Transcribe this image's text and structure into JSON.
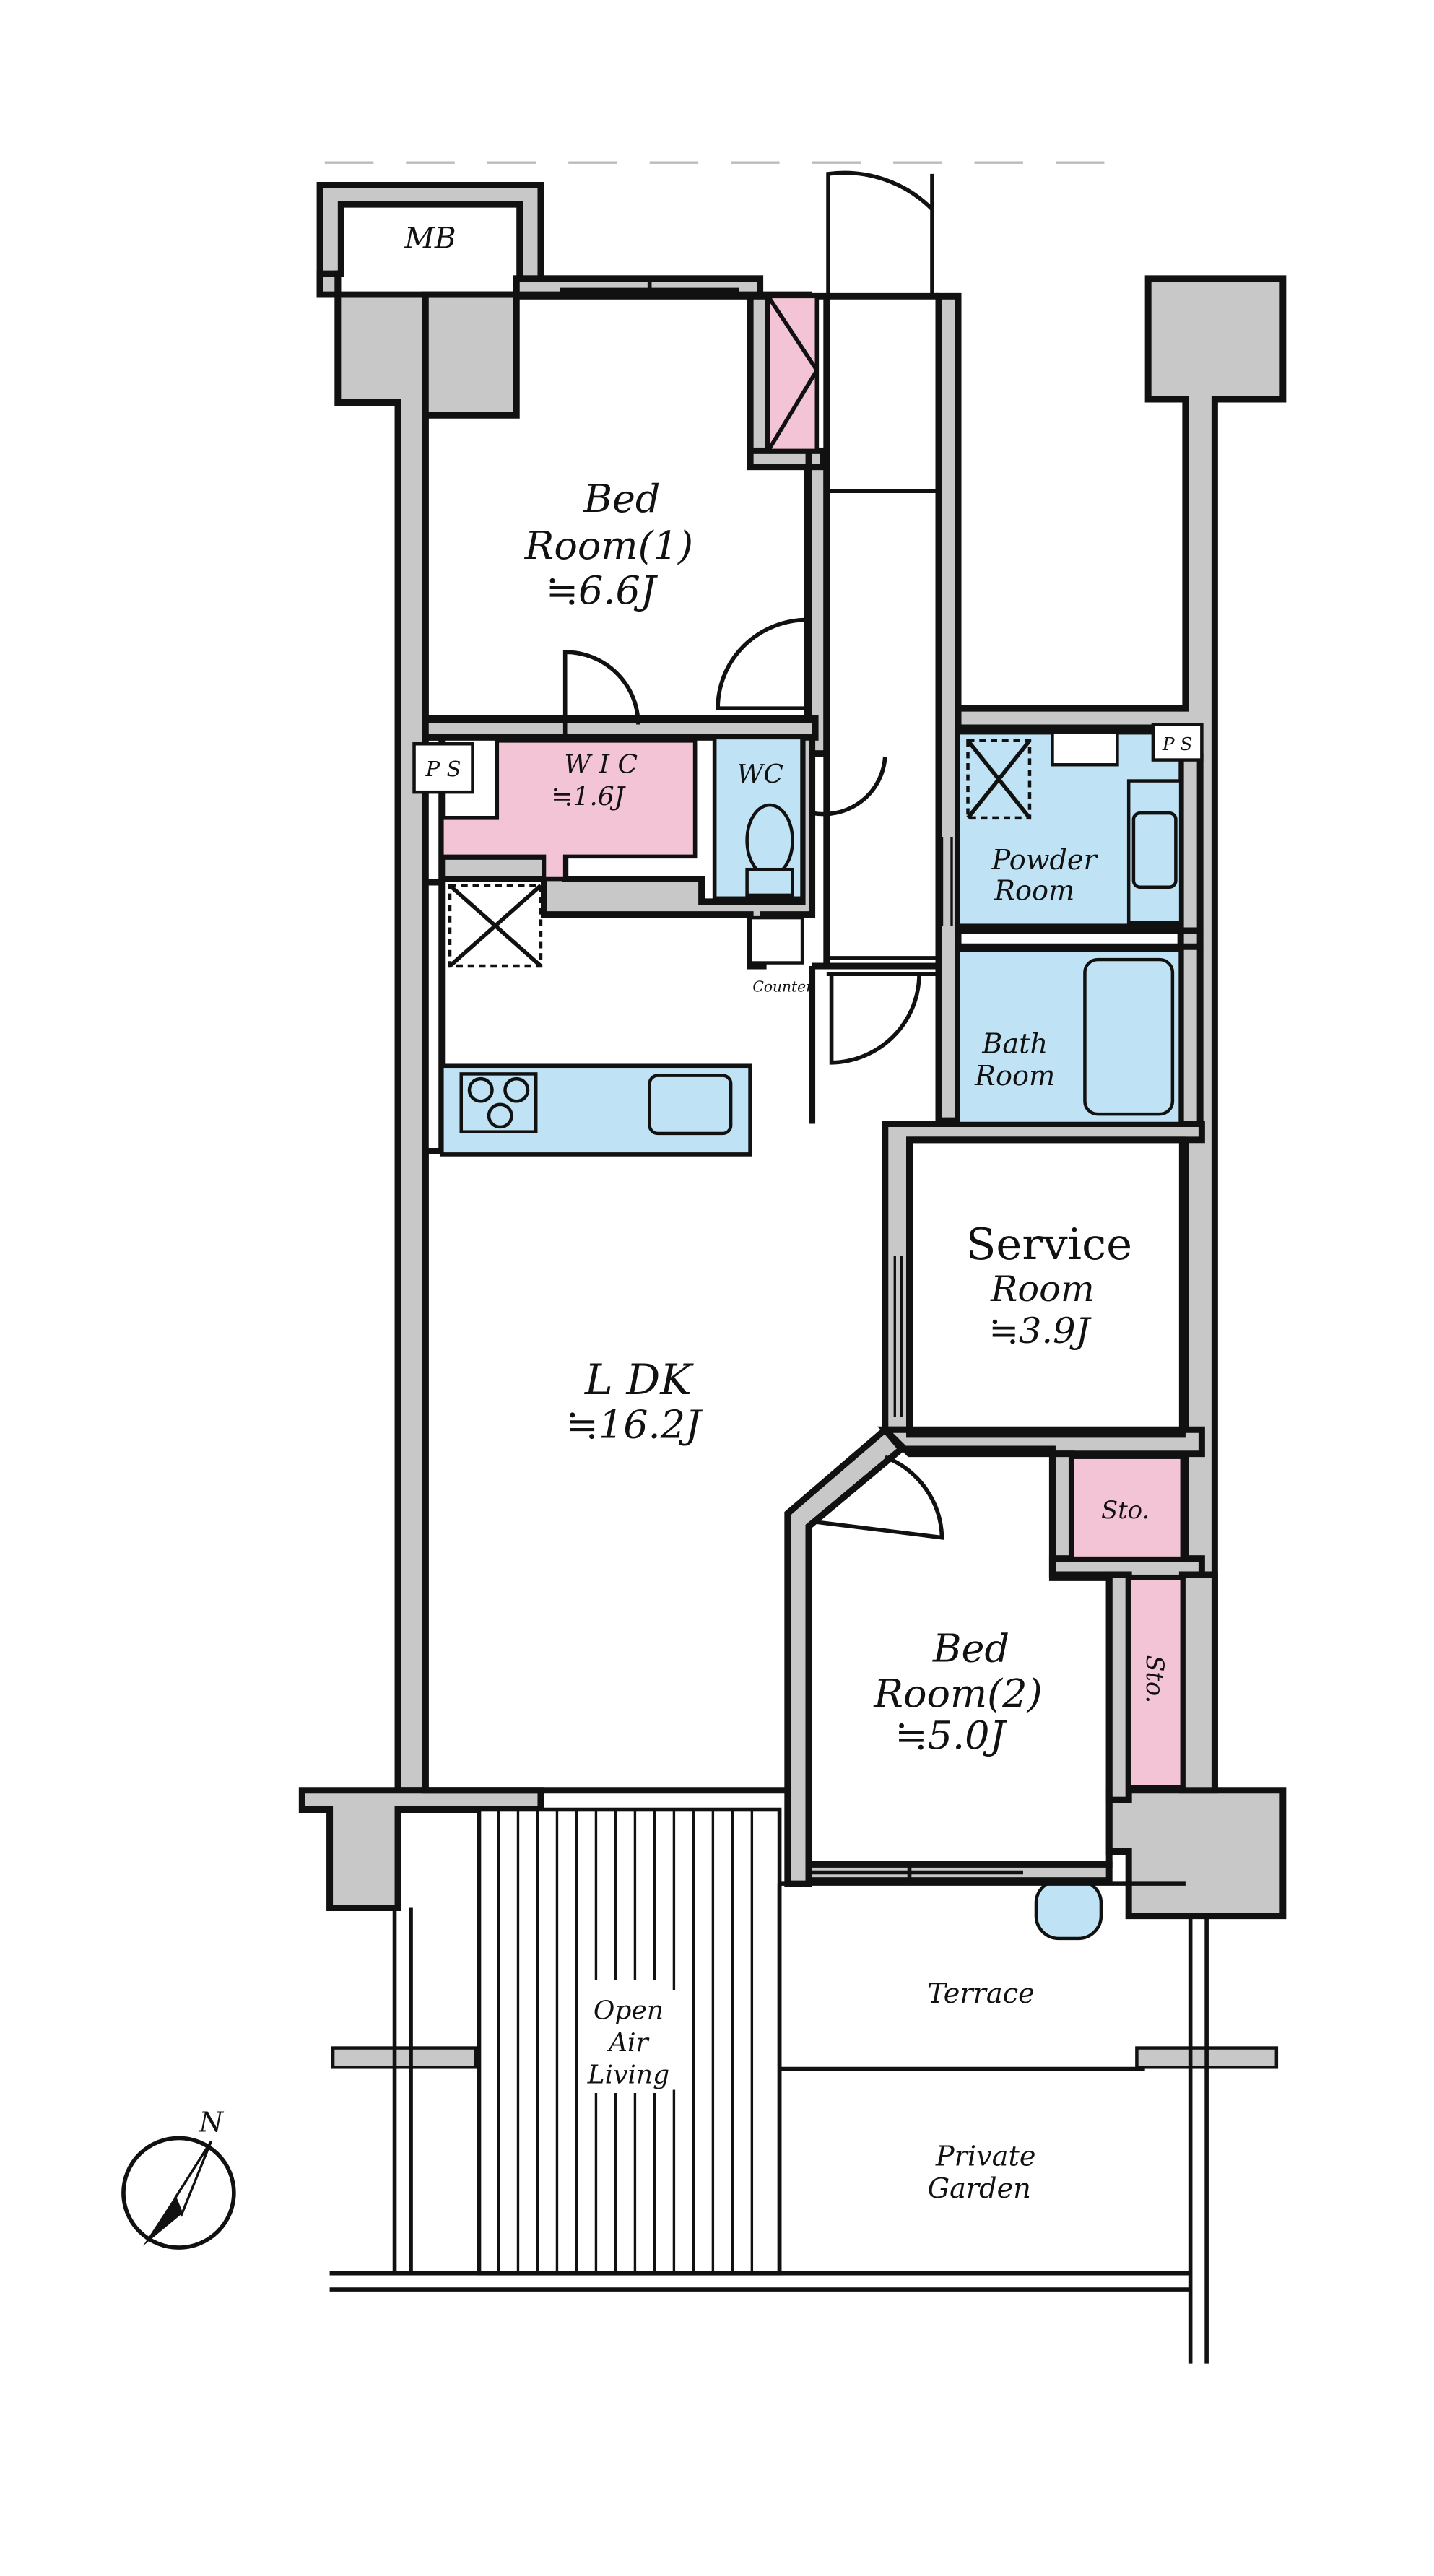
{
  "labels": {
    "mb": "MB",
    "ps_left": "P S",
    "ps_right": "P S",
    "bedroom1_name_1": "Bed",
    "bedroom1_name_2": "Room(1)",
    "bedroom1_size": "≒6.6J",
    "wic_name": "W I C",
    "wic_size": "≒1.6J",
    "wc": "WC",
    "powder_1": "Powder",
    "powder_2": "Room",
    "bath_1": "Bath",
    "bath_2": "Room",
    "counter": "Counter",
    "service_1": "Service",
    "service_2": "Room",
    "service_size": "≒3.9J",
    "ldk_name": "L DK",
    "ldk_size": "≒16.2J",
    "sto_1": "Sto.",
    "sto_2": "Sto.",
    "bedroom2_name_1": "Bed",
    "bedroom2_name_2": "Room(2)",
    "bedroom2_size": "≒5.0J",
    "open_air_1": "Open",
    "open_air_2": "Air",
    "open_air_3": "Living",
    "terrace": "Terrace",
    "private_garden_1": "Private",
    "private_garden_2": "Garden",
    "north": "N"
  },
  "colors": {
    "wall": "#c8c8c8",
    "wet_area": "#bfe3f4",
    "storage": "#f2c4d6",
    "line": "#111111",
    "background": "#ffffff"
  }
}
